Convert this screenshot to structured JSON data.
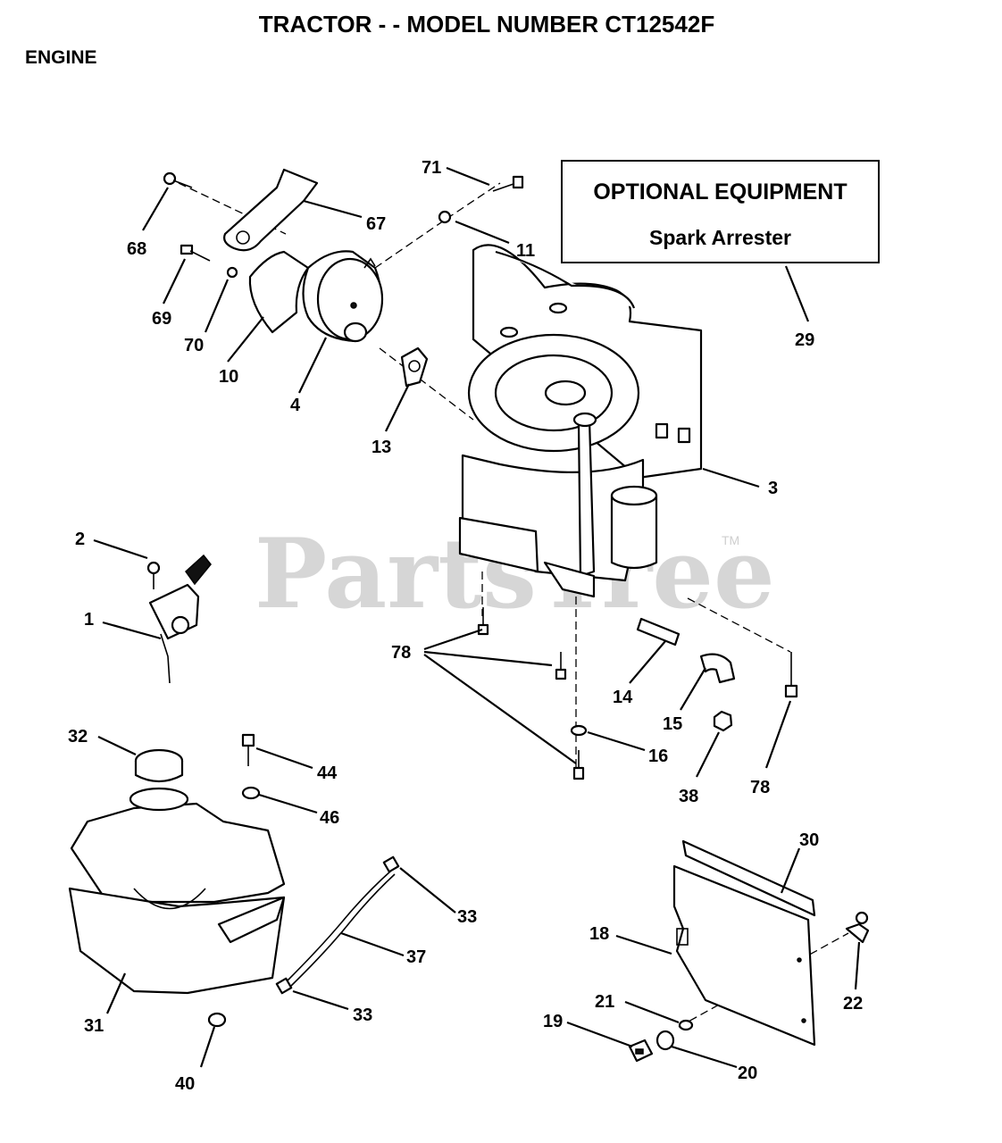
{
  "header": {
    "title": "TRACTOR - - MODEL NUMBER CT12542F",
    "section": "ENGINE"
  },
  "optional_box": {
    "title": "OPTIONAL EQUIPMENT",
    "item": "Spark Arrester"
  },
  "watermark": {
    "text": "PartsTree",
    "trademark": "TM"
  },
  "callouts": {
    "c1": "1",
    "c2": "2",
    "c3": "3",
    "c4": "4",
    "c10": "10",
    "c11": "11",
    "c13": "13",
    "c14": "14",
    "c15": "15",
    "c16": "16",
    "c18": "18",
    "c19": "19",
    "c20": "20",
    "c21": "21",
    "c22": "22",
    "c29": "29",
    "c30": "30",
    "c31": "31",
    "c32": "32",
    "c33a": "33",
    "c33b": "33",
    "c37": "37",
    "c38": "38",
    "c40": "40",
    "c44": "44",
    "c46": "46",
    "c67": "67",
    "c68": "68",
    "c69": "69",
    "c70": "70",
    "c71": "71",
    "c78a": "78",
    "c78b": "78"
  }
}
